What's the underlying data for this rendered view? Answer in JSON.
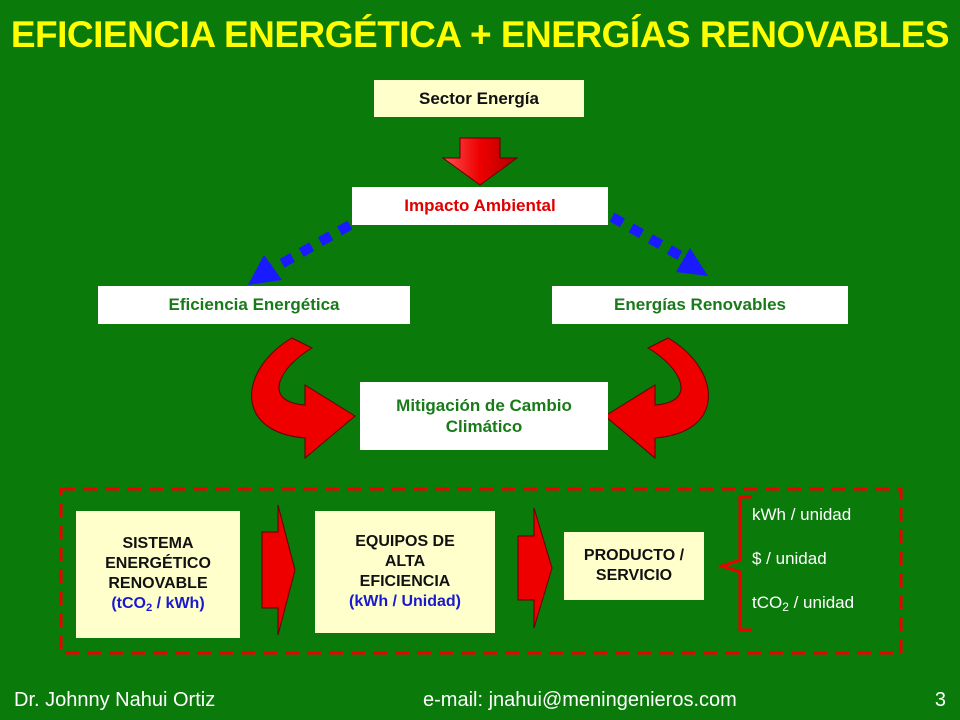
{
  "title": "EFICIENCIA ENERGÉTICA + ENERGÍAS RENOVABLES",
  "nodes": {
    "sector": "Sector Energía",
    "impacto": "Impacto Ambiental",
    "eficiencia": "Eficiencia Energética",
    "renovables": "Energías Renovables",
    "mitigacion": [
      "Mitigación de Cambio",
      "Climático"
    ]
  },
  "chain": {
    "sistema": {
      "lines": [
        "SISTEMA",
        "ENERGÉTICO",
        "RENOVABLE"
      ],
      "unit_pre": "(tCO",
      "unit_sub": "2",
      "unit_post": " / kWh)"
    },
    "equipos": {
      "lines": [
        "EQUIPOS DE",
        "ALTA",
        "EFICIENCIA"
      ],
      "unit": "(kWh / Unidad)"
    },
    "producto": {
      "lines": [
        "PRODUCTO /",
        "SERVICIO"
      ]
    }
  },
  "ratios": {
    "r1": "kWh / unidad",
    "r2": "$ / unidad",
    "r3_pre": "tCO",
    "r3_sub": "2",
    "r3_post": " / unidad"
  },
  "footer": {
    "author": "Dr. Johnny Nahui Ortiz",
    "email": "e-mail: jnahui@meningenieros.com",
    "page": "3"
  },
  "colors": {
    "background": "#0a7a0a",
    "title": "#ffff00",
    "arrow_red": "#ee0000",
    "arrow_blue": "#1a1aff",
    "box_yellow": "#ffffcc"
  }
}
